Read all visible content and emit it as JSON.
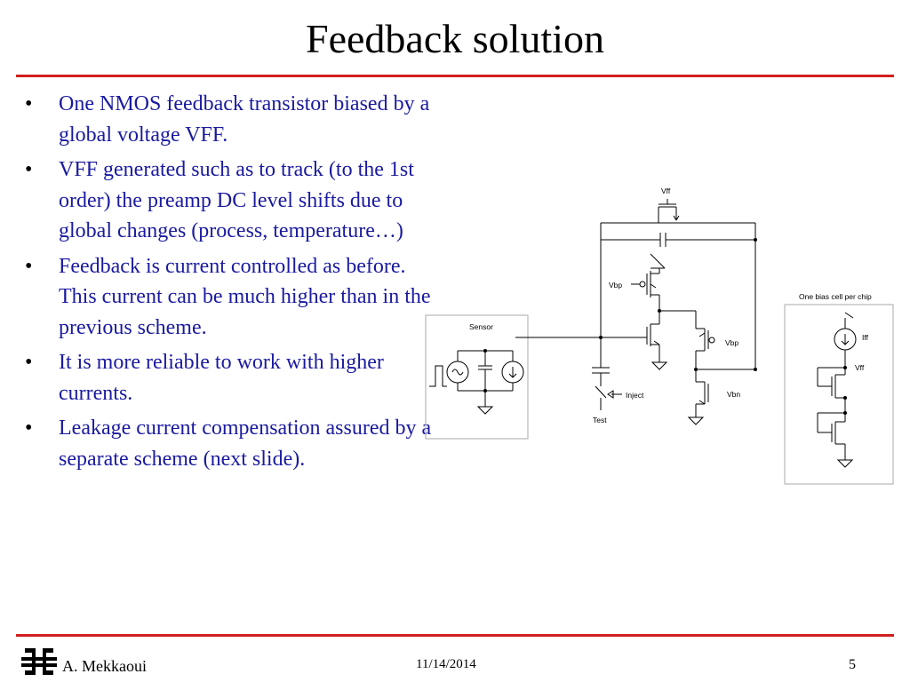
{
  "slide": {
    "title": "Feedback solution",
    "bullets": [
      "One NMOS feedback transistor biased by a global voltage VFF.",
      "VFF generated such as to track (to the 1st order) the preamp DC level shifts due to global changes (process, temperature…)",
      "Feedback is current controlled as before. This current can be much higher than in the previous scheme.",
      "It is more reliable to work with higher currents.",
      "Leakage current compensation assured by a separate scheme (next slide)."
    ],
    "bullet_symbol": "•",
    "accent_color": "#d11f1f",
    "bullet_text_color": "#1a1aa0"
  },
  "circuit": {
    "labels": {
      "vff_top": "Vff",
      "vbp_left": "Vbp",
      "vbp_right": "Vbp",
      "vbn": "Vbn",
      "inject": "Inject",
      "test": "Test",
      "sensor": "Sensor",
      "bias_cell": "One bias cell per chip",
      "iff": "Iff",
      "vff_bias": "Vff"
    }
  },
  "footer": {
    "author": "A. Mekkaoui",
    "date": "11/14/2014",
    "page": "5",
    "logo_icon": "fermilab-logo-icon"
  }
}
